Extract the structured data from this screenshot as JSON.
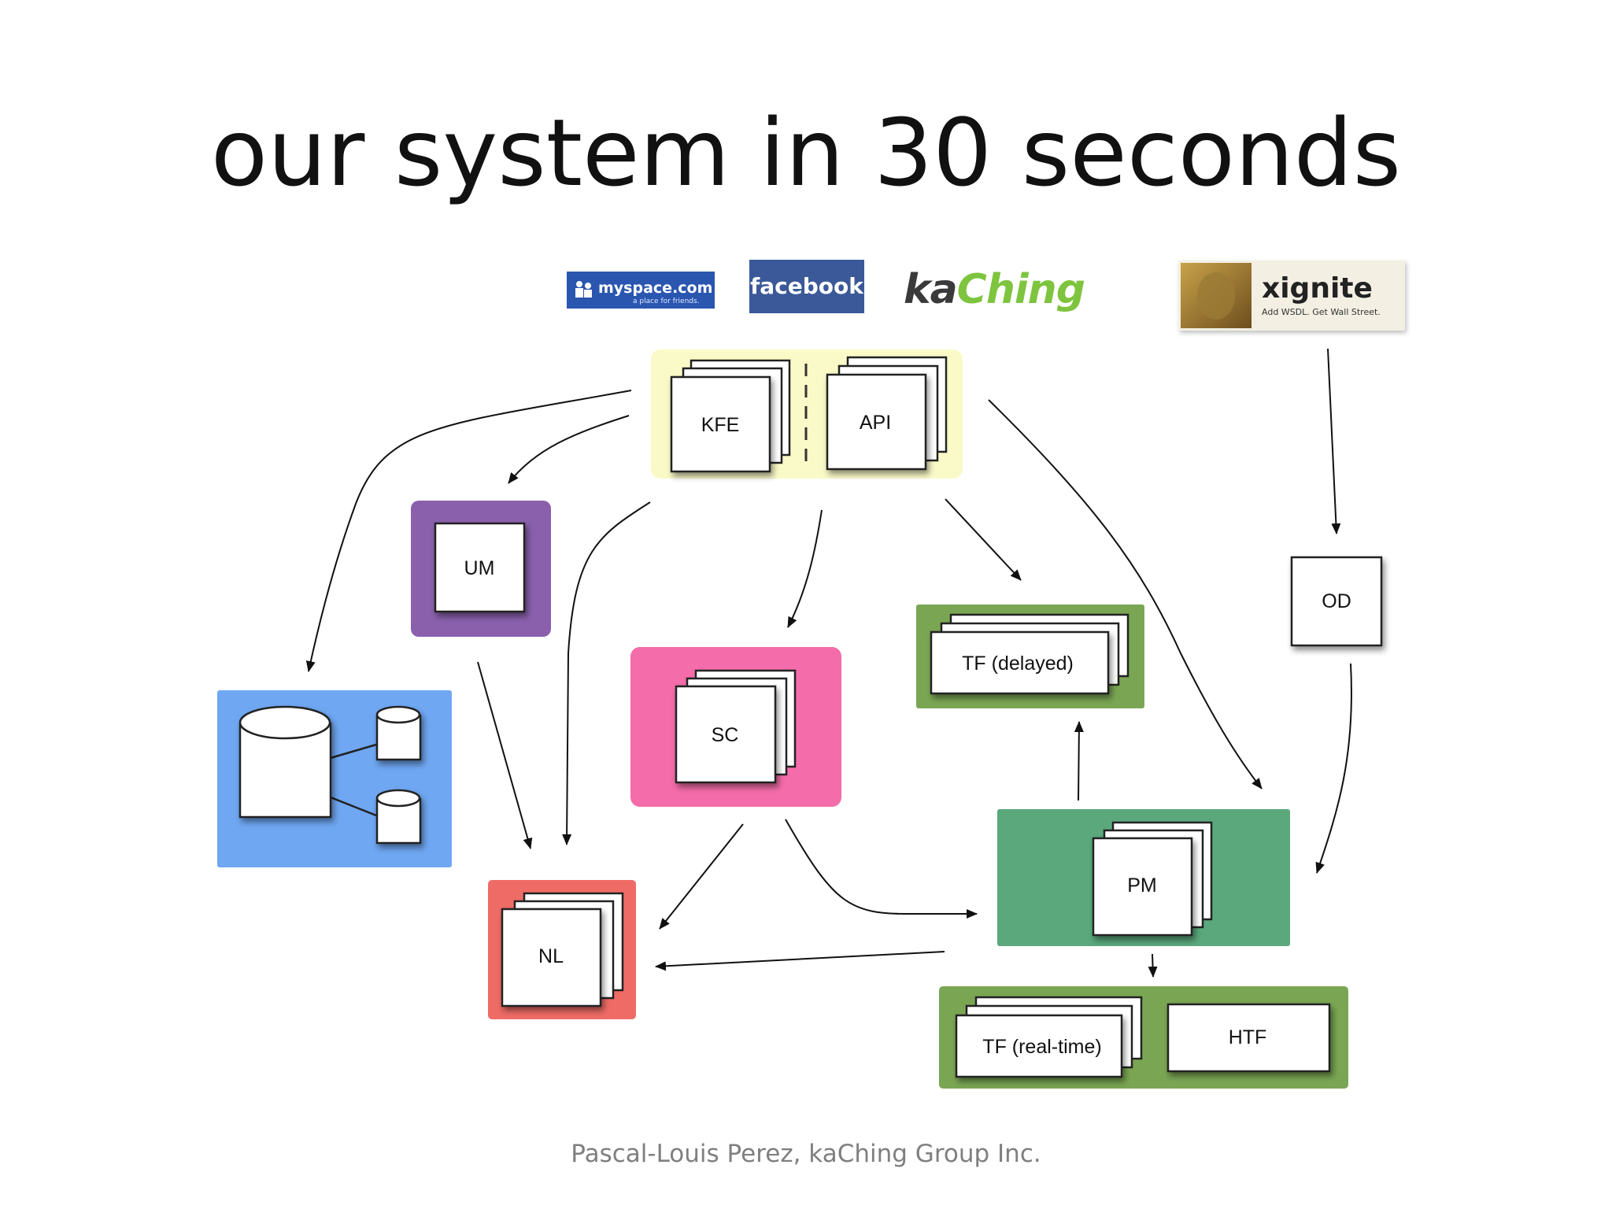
{
  "title": "our system in 30 seconds",
  "footer": "Pascal-Louis Perez, kaChing Group Inc.",
  "logos": {
    "myspace": {
      "name": "myspace.com",
      "tagline": "a place for friends."
    },
    "facebook": {
      "name": "facebook"
    },
    "kaching": {
      "prefix": "ka",
      "suffix": "Ching"
    },
    "xignite": {
      "name": "xignite",
      "tagline": "Add WSDL.  Get Wall Street."
    }
  },
  "nodes": {
    "kfe": "KFE",
    "api": "API",
    "um": "UM",
    "sc": "SC",
    "tf_delayed": "TF (delayed)",
    "od": "OD",
    "nl": "NL",
    "pm": "PM",
    "tf_realtime": "TF (real-time)",
    "htf": "HTF"
  },
  "colors": {
    "frontend_group": "#fafac8",
    "um_group": "#8a60ad",
    "database_group": "#6fa7f2",
    "sc_group": "#f46ca9",
    "tf_delayed_group": "#7aa653",
    "nl_group": "#ef6b66",
    "pm_group": "#5aa87c",
    "tf_realtime_group": "#7aa653",
    "facebook_blue": "#3b5998",
    "myspace_blue": "#2a56b0",
    "kaching_green": "#7ec43f"
  }
}
